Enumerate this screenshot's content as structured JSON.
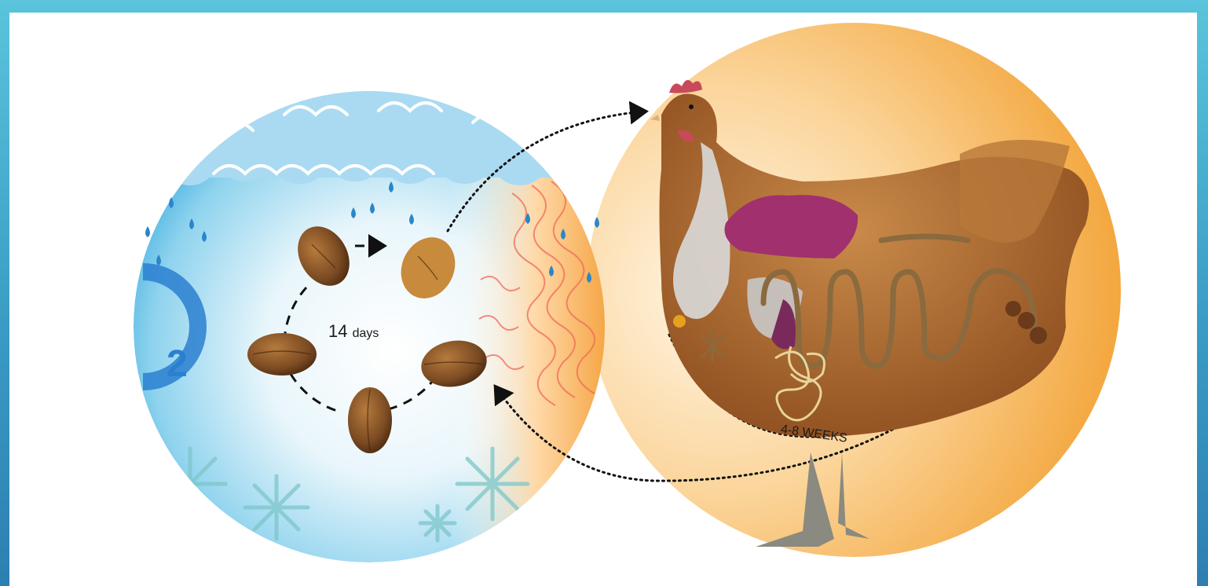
{
  "labels": {
    "cycle_days_number": "14",
    "cycle_days_unit": "days",
    "oxygen_subscript": "2",
    "prepatent_period": "4-8 WEEKS"
  },
  "colors": {
    "frame_blue": "#3a9cc4",
    "left_circle_blue": "#8fd3ee",
    "right_circle_orange": "#f2a12c",
    "egg_brown": "#7a4a22",
    "hen_brown": "#a8642c",
    "organ_magenta": "#a0306e",
    "worm_tan": "#8a6a3e",
    "arrow_black": "#111111"
  },
  "icons": [
    "cloud-icon",
    "raindrop-icon",
    "snowflake-icon",
    "sun-icon",
    "egg-icon",
    "hen-illustration",
    "worm-icon"
  ]
}
